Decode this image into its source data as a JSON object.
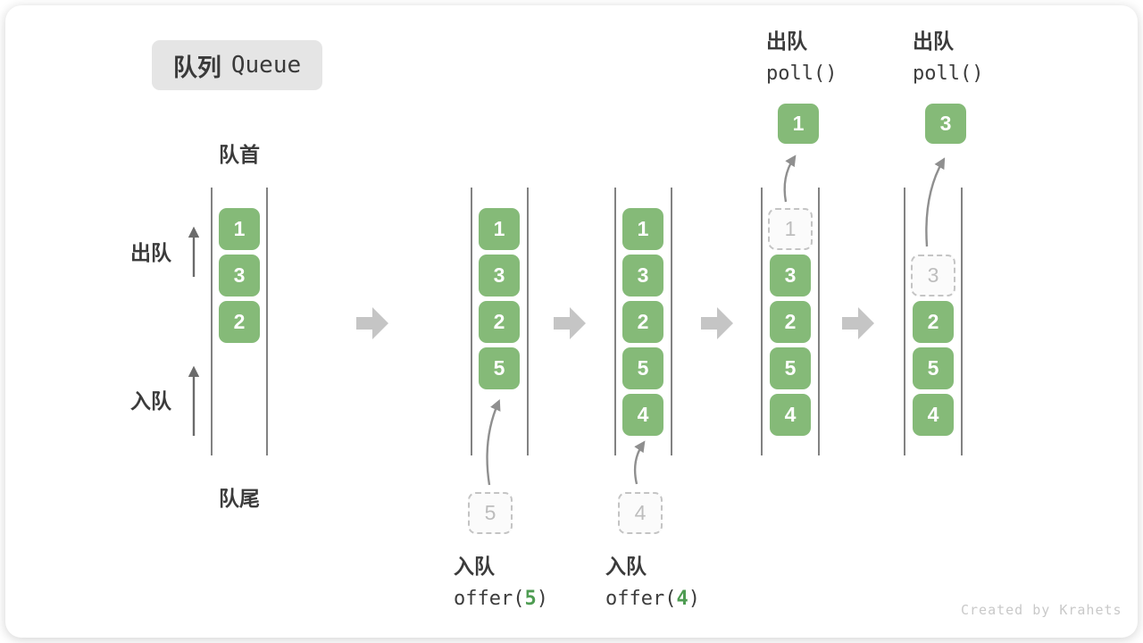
{
  "title": {
    "zh": "队列",
    "en": "Queue"
  },
  "front_label": "队首",
  "rear_label": "队尾",
  "dequeue_side_label": "出队",
  "enqueue_side_label": "入队",
  "queues": [
    {
      "cells": [
        "1",
        "3",
        "2"
      ]
    },
    {
      "cells": [
        "1",
        "3",
        "2",
        "5"
      ],
      "pending_value": "5"
    },
    {
      "cells": [
        "1",
        "3",
        "2",
        "5",
        "4"
      ],
      "pending_value": "4"
    },
    {
      "cells": [
        "3",
        "2",
        "5",
        "4"
      ],
      "removed_slot_value": "1",
      "popped_value": "1"
    },
    {
      "cells": [
        "2",
        "5",
        "4"
      ],
      "removed_slot_value": "3",
      "popped_value": "3"
    }
  ],
  "enqueue_ops": [
    {
      "label": "入队",
      "code_before": "offer(",
      "arg": "5",
      "code_after": ")"
    },
    {
      "label": "入队",
      "code_before": "offer(",
      "arg": "4",
      "code_after": ")"
    }
  ],
  "dequeue_ops": [
    {
      "label": "出队",
      "code": "poll()"
    },
    {
      "label": "出队",
      "code": "poll()"
    }
  ],
  "watermark": "Created by Krahets",
  "colors": {
    "cell_green": "#85ba78",
    "code_arg_green": "#4e9c52",
    "badge_bg": "#e5e5e5",
    "text_dark": "#3c3c3c",
    "block_arrow_gray": "#c5c5c5",
    "dashed_border_gray": "#c4c4c4",
    "curved_arrow_gray": "#8f8f8f",
    "wall_line_dark": "#4d4d4d"
  }
}
